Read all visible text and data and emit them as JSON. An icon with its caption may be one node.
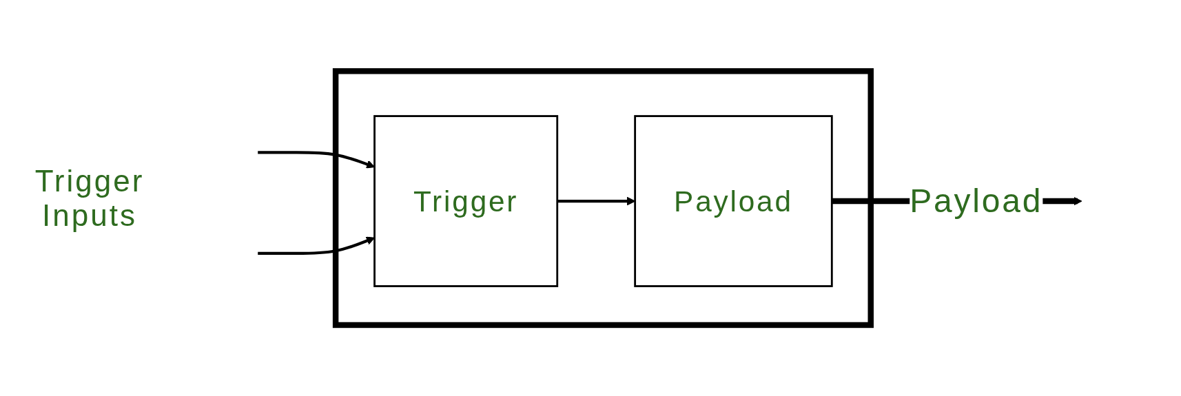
{
  "diagram": {
    "nodes": [
      {
        "text": [],
        "shape": "box"
      },
      {
        "text": [
          "Trigger"
        ],
        "in": 0
      },
      {
        "text": [
          "Payload"
        ],
        "in": 0
      }
    ],
    "edges": [
      {
        "from": null,
        "to": 1,
        "arrow": "to"
      },
      {
        "from": null,
        "to": 1,
        "arrow": "to"
      },
      {
        "from": 1,
        "to": 2,
        "arrow": "to"
      },
      {
        "from": 2,
        "to": null,
        "arrow": "to",
        "label": "Payload",
        "style": "thick"
      }
    ],
    "labels": [
      "Trigger Inputs"
    ]
  }
}
